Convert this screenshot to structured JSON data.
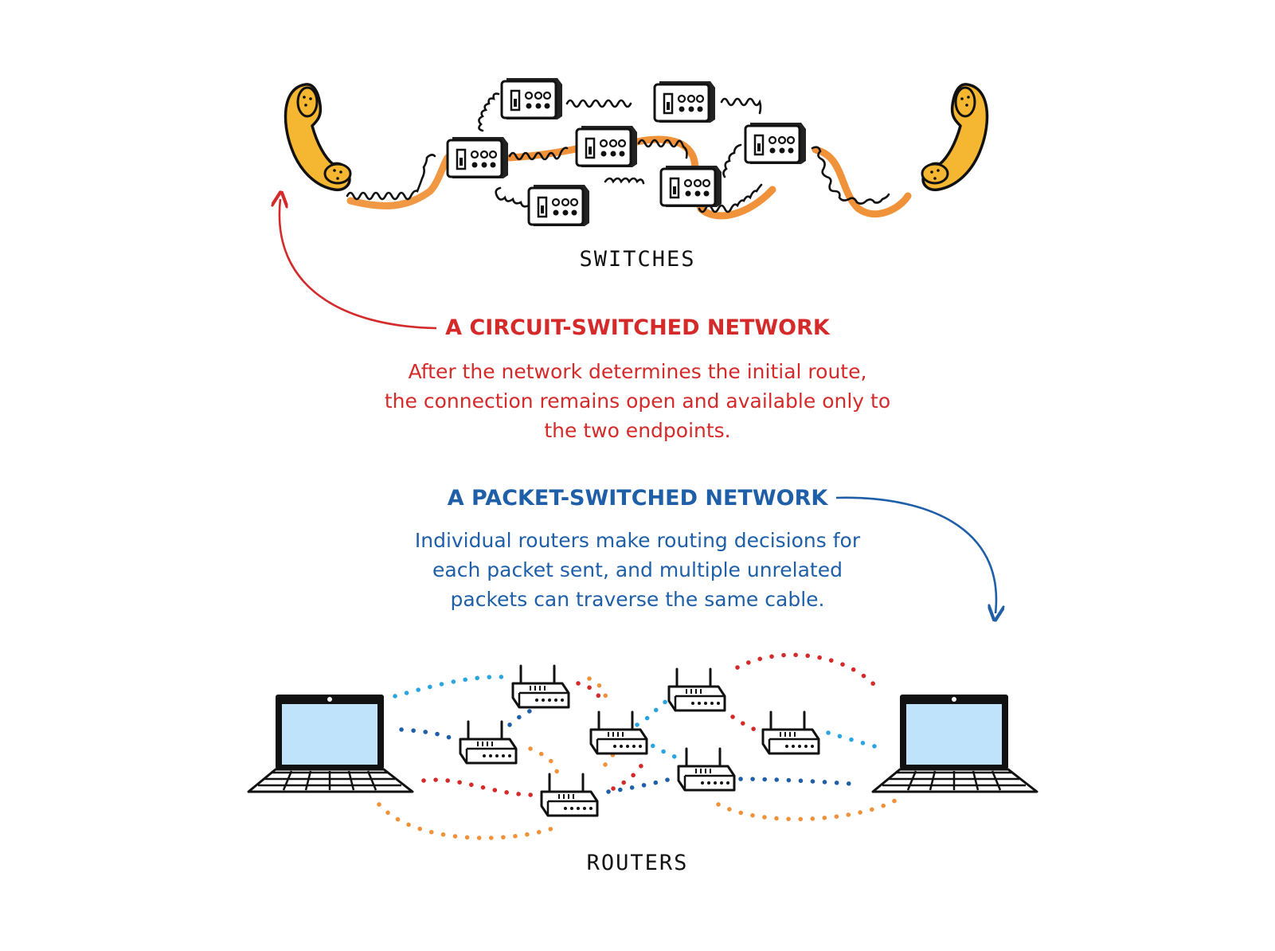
{
  "labels": {
    "switches": "SWITCHES",
    "routers": "ROUTERS"
  },
  "circuit": {
    "heading": "A CIRCUIT-SWITCHED NETWORK",
    "lines": [
      "After the network determines the initial route,",
      "the connection remains open and available only to",
      "the two endpoints."
    ]
  },
  "packet": {
    "heading": "A PACKET-SWITCHED NETWORK",
    "lines": [
      "Individual routers make routing decisions for",
      "each packet sent, and multiple unrelated",
      "packets can traverse the same cable."
    ]
  },
  "colors": {
    "circuit_red": "#d42a2a",
    "packet_blue": "#1e5fa8",
    "phone_yellow": "#f5b731",
    "highlight_orange": "#f0923a",
    "screen_blue": "#bfe3fb",
    "dot_light_blue": "#2aa5e0",
    "dot_dark_blue": "#1e5fa8",
    "dot_red": "#d42a2a",
    "dot_orange": "#f0923a"
  },
  "icons": [
    "phone-handset-icon",
    "switch-box-icon",
    "coiled-cord-icon",
    "router-icon",
    "laptop-icon",
    "arrow-icon"
  ]
}
